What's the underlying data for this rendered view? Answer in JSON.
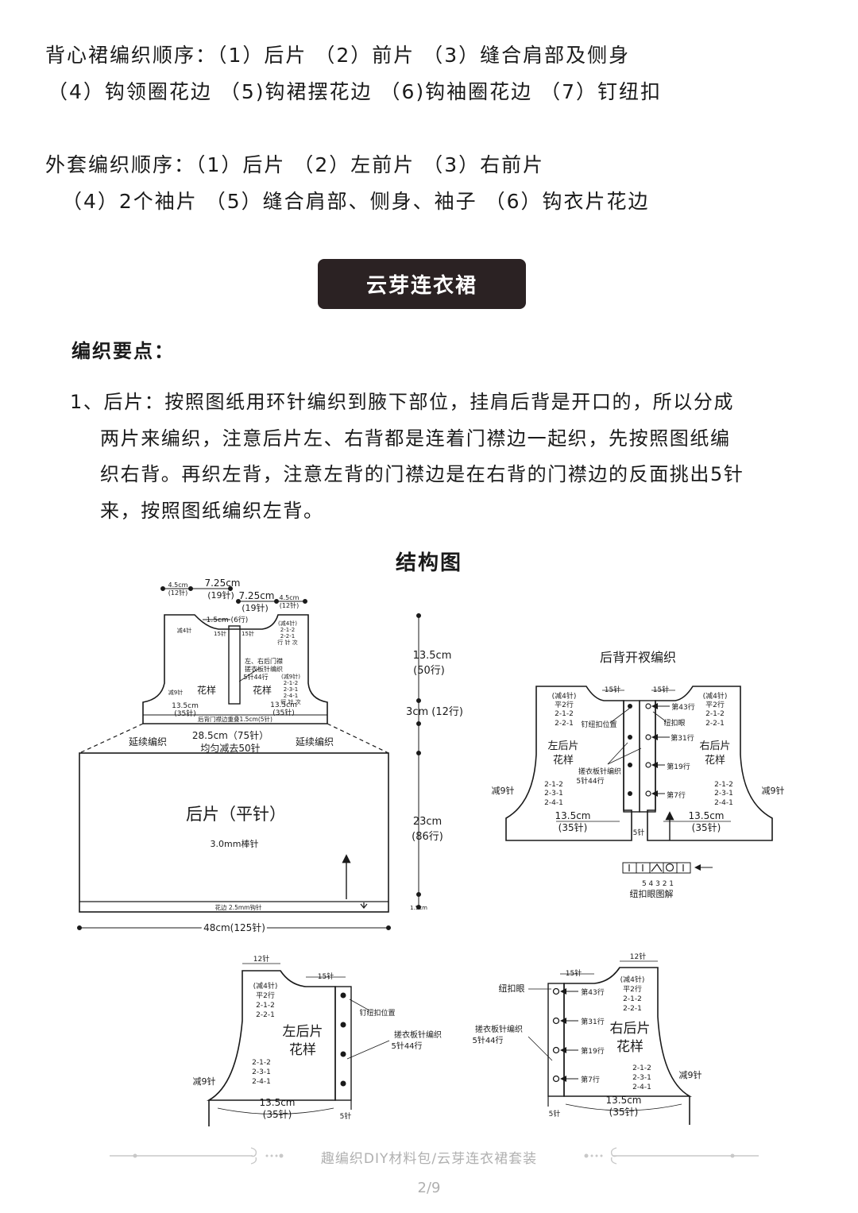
{
  "order": {
    "vest_line1": "背心裙编织顺序：（1）后片    （2）前片    （3）缝合肩部及侧身",
    "vest_line2": "（4）钩领圈花边    （5)钩裙摆花边    （6)钩袖圈花边      （7）钉纽扣",
    "coat_line1": "外套编织顺序：（1）后片      （2）左前片    （3）右前片",
    "coat_line2": "（4）2个袖片   （5）缝合肩部、侧身、袖子     （6）钩衣片花边"
  },
  "banner": "云芽连衣裙",
  "points_heading": "编织要点：",
  "points": [
    "1、后片：按照图纸用环针编织到腋下部位，挂肩后背是开口的，所以分成",
    "两片来编织，注意后片左、右背都是连着门襟边一起织，先按照图纸编",
    "织右背。再织左背，注意左背的门襟边是在右背的门襟边的反面挑出5针",
    "来，按照图纸编织左背。"
  ],
  "figure_title": "结构图",
  "main_diagram": {
    "top_left_a": "4.5cm",
    "top_left_a2": "(12针)",
    "top_b": "7.25cm",
    "top_b2": "(19针)",
    "top_c": "7.25cm",
    "top_c2": "(19针)",
    "top_right_a": "4.5cm",
    "top_right_a2": "(12针)",
    "neck_note": "1.5cm (6行)",
    "dec_left": "减4针",
    "st15a": "15针",
    "st15b": "15针",
    "right_top_1": "(减4针)",
    "right_top_2": "2-1-2",
    "right_top_3": "2-2-1",
    "right_top_4": "行 针 次",
    "center_note_1": "左、右后门襟",
    "center_note_2": "搓衣板针编织",
    "center_note_3": "5针44行",
    "right_mid_1": "(减9针)",
    "right_mid_2": "2-1-2",
    "right_mid_3": "2-3-1",
    "right_mid_4": "2-4-1",
    "right_mid_5": "行 针 次",
    "dec9": "减9针",
    "pattern_l": "花样",
    "pattern_r": "花样",
    "yoke_l_1": "13.5cm",
    "yoke_l_2": "(35针)",
    "yoke_r_1": "13.5cm",
    "yoke_r_2": "(35针)",
    "overlap": "后背门襟边重叠1.5cm(5针)",
    "width_1": "28.5cm（75针）",
    "width_2": "均匀减去50针",
    "cont_l": "延续编织",
    "cont_r": "延续编织",
    "h1_1": "13.5cm",
    "h1_2": "(50行)",
    "h2": "3cm (12行)",
    "body_title": "后片（平针）",
    "needle": "3.0mm棒针",
    "h3_1": "23cm",
    "h3_2": "(86行)",
    "hem": "花边 2.5mm钩针",
    "hem_h": "1.5cm",
    "bottom": "48cm(125针)"
  },
  "back_opening": {
    "title": "后背开衩编织",
    "st15a": "15针",
    "st15b": "15针",
    "l1": "(减4针)",
    "l2": "平2行",
    "l3": "2-1-2",
    "l4": "2-2-1",
    "r1": "(减4针)",
    "r2": "平2行",
    "r3": "2-1-2",
    "r4": "2-2-1",
    "row43": "第43行",
    "eyelet": "纽扣眼",
    "btn_pos": "钉纽扣位置",
    "row31": "第31行",
    "left_name_1": "左后片",
    "left_name_2": "花样",
    "right_name_1": "右后片",
    "right_name_2": "花样",
    "row19": "第19行",
    "garter_1": "搓衣板针编织",
    "garter_2": "5针44行",
    "row7": "第7行",
    "dec9_l": "减9针",
    "dec9_r": "减9针",
    "la1": "2-1-2",
    "la2": "2-3-1",
    "la3": "2-4-1",
    "ra1": "2-1-2",
    "ra2": "2-3-1",
    "ra3": "2-4-1",
    "w_l_1": "13.5cm",
    "w_l_2": "(35针)",
    "w_r_1": "13.5cm",
    "w_r_2": "(35针)",
    "st5": "5针",
    "legend_nums": "5    4    3    2    1",
    "legend_label": "纽扣眼图解"
  },
  "left_back": {
    "top": "12针",
    "st15": "15针",
    "a1": "(减4针)",
    "a2": "平2行",
    "a3": "2-1-2",
    "a4": "2-2-1",
    "btn_pos": "钉纽扣位置",
    "name_1": "左后片",
    "name_2": "花样",
    "garter_1": "搓衣板针编织",
    "garter_2": "5针44行",
    "b1": "2-1-2",
    "b2": "2-3-1",
    "b3": "2-4-1",
    "dec9": "减9针",
    "w1": "13.5cm",
    "w2": "(35针)",
    "st5": "5针"
  },
  "right_back": {
    "top": "12针",
    "st15": "15针",
    "a1": "(减4针)",
    "a2": "平2行",
    "a3": "2-1-2",
    "a4": "2-2-1",
    "eyelet": "纽扣眼",
    "row43": "第43行",
    "row31": "第31行",
    "row19": "第19行",
    "row7": "第7行",
    "garter_1": "搓衣板针编织",
    "garter_2": "5针44行",
    "name_1": "右后片",
    "name_2": "花样",
    "b1": "2-1-2",
    "b2": "2-3-1",
    "b3": "2-4-1",
    "dec9": "减9针",
    "w1": "13.5cm",
    "w2": "(35针)",
    "st5": "5针"
  },
  "footer": "趣编织DIY材料包/云芽连衣裙套装",
  "page": "2/9"
}
